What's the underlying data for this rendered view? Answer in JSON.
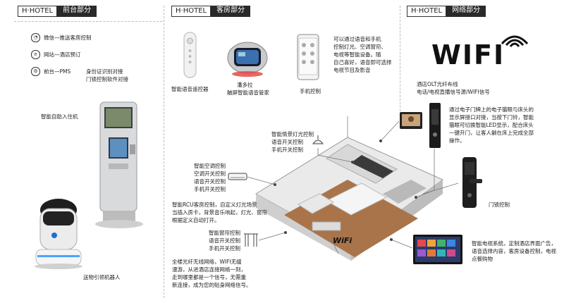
{
  "headers": {
    "brand": "H·HOTEL",
    "front_desk": "前台部分",
    "guest_room": "客房部分",
    "network": "网络部分"
  },
  "front_desk": {
    "items": [
      "微信—推送客房控制",
      "网站—酒店预订",
      "前台—PMS"
    ],
    "pms_note": [
      "身份证识别对接",
      "门锁控制软件对接"
    ],
    "kiosk_label": "智能自助入住机",
    "robot_label": "送物引领机器人"
  },
  "guest_room": {
    "remote_label": "智能语音遥控器",
    "butler_label": [
      "潘多拉",
      "触屏智能语音管家"
    ],
    "phone_label": "手机控制",
    "phone_note": [
      "可以通过语音和手机",
      "控制灯光、空调窗帘、",
      "电视等智能设备。随",
      "自己喜好，语音即可选择",
      "电视节目及影音"
    ],
    "lighting_label": [
      "智能情景灯光控制",
      "语音开关控制",
      "手机开关控制"
    ],
    "ac_label": [
      "智能空调控制",
      "空调开关控制",
      "语音开关控制",
      "手机开关控制"
    ],
    "rcu_note": [
      "智能RCU客房控制，自定义灯光场景",
      "当插入房卡，背景音乐响起，灯光、窗帘",
      "根据定义自动打开。"
    ],
    "curtain_label": [
      "智能窗帘控制",
      "语音开关控制",
      "手机开关控制"
    ],
    "wifi_note": [
      "全楼光纤无线网络，WIFI无缝",
      "漫游，从进酒店连接网络一刻，",
      "走到哪里都是一个信号，无需重",
      "新连接，成为您的贴身网络信号。"
    ],
    "room_wifi_text": "WiFi"
  },
  "network": {
    "wifi_logo": "WIFI",
    "fiber_note": [
      "酒店OLT光纤布线",
      "电话/电视直播信号源/WIFI信号"
    ],
    "doorbell_note": [
      "通过电子门牌上的电子猫眼与床头的",
      "显示屏接口对接，当按下门铃，智能",
      "猫眼可切换智能LED显示，配合床头",
      "一键开门，让客人躺在床上完成全部",
      "操作。"
    ],
    "lock_label": "门锁控制",
    "tv_note": [
      "智能电视系统，定制酒店界面广告，",
      "语音选择内容，客房设备控制，电视",
      "点餐购物"
    ]
  }
}
